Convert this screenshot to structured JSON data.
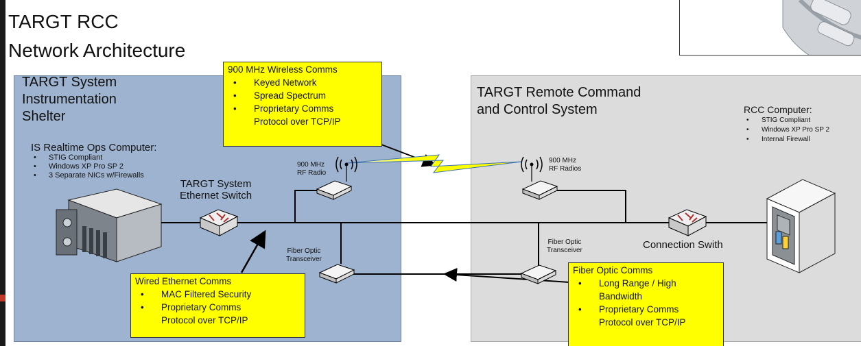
{
  "title": {
    "line1": "TARGT RCC",
    "line2": "Network Architecture"
  },
  "left_panel": {
    "title_lines": [
      "TARGT System",
      "Instrumentation",
      "Shelter"
    ],
    "computer_label": "IS Realtime Ops Computer:",
    "computer_bullets": [
      "STIG Compliant",
      "Windows XP Pro SP 2",
      "3 Separate NICs w/Firewalls"
    ],
    "switch_label_lines": [
      "TARGT System",
      "Ethernet Switch"
    ],
    "radio_label_lines": [
      "900 MHz",
      "RF Radio"
    ],
    "fiber_label_lines": [
      "Fiber Optic",
      "Transceiver"
    ]
  },
  "right_panel": {
    "title_lines": [
      "TARGT Remote Command",
      "and Control System"
    ],
    "computer_label": "RCC Computer:",
    "computer_bullets": [
      "STIG Compliant",
      "Windows XP Pro SP 2",
      "Internal Firewall"
    ],
    "radio_label_lines": [
      "900 MHz",
      "RF Radios"
    ],
    "fiber_label_lines": [
      "Fiber Optic",
      "Transceiver"
    ],
    "switch_label": "Connection Swith"
  },
  "callouts": {
    "wireless": {
      "title": "900 MHz Wireless Comms",
      "bullets": [
        "Keyed Network",
        "Spread Spectrum",
        "Proprietary Comms"
      ],
      "continuation": "Protocol over TCP/IP"
    },
    "wired": {
      "title": "Wired Ethernet Comms",
      "bullets": [
        "MAC Filtered Security",
        "Proprietary Comms"
      ],
      "continuation": "Protocol over TCP/IP"
    },
    "fiber": {
      "title": "Fiber Optic Comms",
      "bullet1": "Long Range / High",
      "bullet1_cont": "Bandwidth",
      "bullet2": "Proprietary Comms",
      "continuation": "Protocol over TCP/IP"
    }
  },
  "colors": {
    "left_panel": "#9eb3cf",
    "right_panel": "#dcdcdc",
    "callout": "#ffff00",
    "lightning": "#ffff00"
  }
}
